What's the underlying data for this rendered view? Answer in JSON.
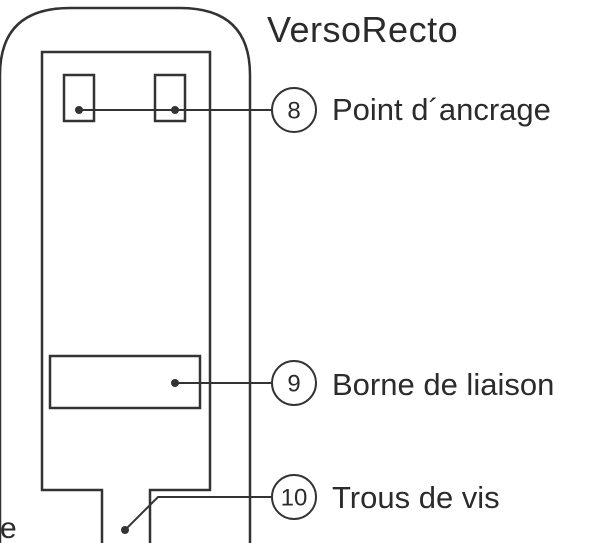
{
  "title": "VersoRecto",
  "callouts": [
    {
      "number": "8",
      "label": "Point d´ancrage"
    },
    {
      "number": "9",
      "label": "Borne de liaison"
    },
    {
      "number": "10",
      "label": "Trous de vis"
    }
  ],
  "edge_fragment": "e",
  "colors": {
    "stroke": "#333333",
    "text": "#2b2b2b"
  }
}
